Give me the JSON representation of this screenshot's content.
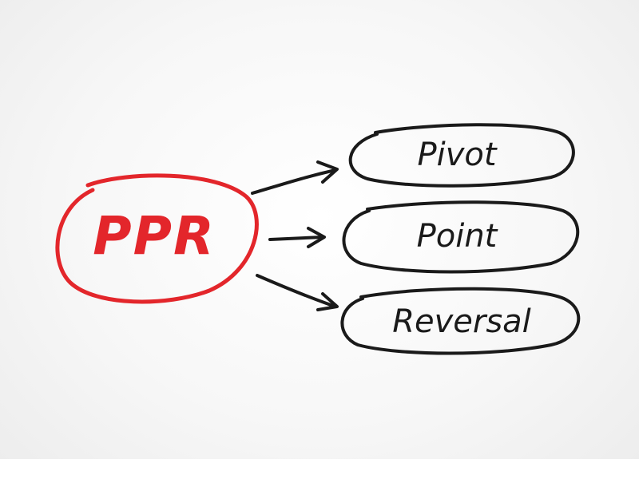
{
  "acronym": {
    "text": "PPR",
    "color": "#e3262b"
  },
  "terms": [
    {
      "text": "Pivot"
    },
    {
      "text": "Point"
    },
    {
      "text": "Reversal"
    }
  ],
  "ink_color": "#1a1a1a"
}
